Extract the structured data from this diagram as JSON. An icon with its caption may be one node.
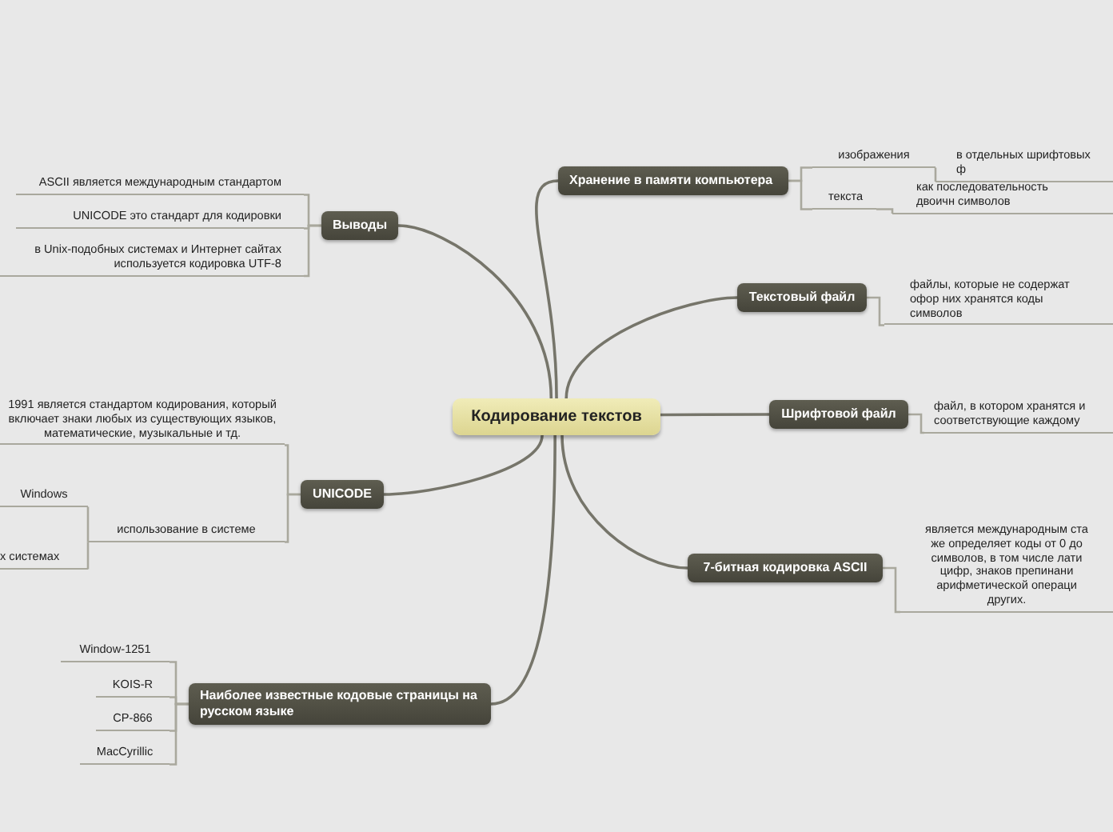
{
  "diagram": {
    "nodes": [
      {
        "text": [
          "Кодирование текстов"
        ]
      },
      {
        "text": [
          "Хранение в памяти компьютера"
        ]
      },
      {
        "text": [
          "изображения"
        ]
      },
      {
        "text": [
          "в отдельных шрифтовых ф"
        ]
      },
      {
        "text": [
          "текста"
        ]
      },
      {
        "text": [
          "как последовательность двоичн символов"
        ]
      },
      {
        "text": [
          "Текстовый файл"
        ]
      },
      {
        "text": [
          "файлы, которые не содержат офор них хранятся коды символов"
        ]
      },
      {
        "text": [
          "Шрифтовой файл"
        ]
      },
      {
        "text": [
          "файл, в котором хранятся и соответствующие каждому"
        ]
      },
      {
        "text": [
          "7-битная кодировка ASCII"
        ]
      },
      {
        "text": [
          "является международным ста же определяет коды от 0 до символов, в том числе лати цифр, знаков препинани арифметической операци других."
        ]
      },
      {
        "text": [
          "Выводы"
        ]
      },
      {
        "text": [
          "ASCII является международным стандартом"
        ]
      },
      {
        "text": [
          "UNICODE это стандарт для кодировки"
        ]
      },
      {
        "text": [
          "в Unix-подобных системах и Интернет сайтах используется кодировка UTF-8"
        ]
      },
      {
        "text": [
          "UNICODE"
        ]
      },
      {
        "text": [
          "1991 является стандартом кодирования, который включает знаки любых из существующих языков, математические, музыкальные и тд."
        ]
      },
      {
        "text": [
          "использование в системе"
        ]
      },
      {
        "text": [
          "Windows"
        ]
      },
      {
        "text": [
          "х системах"
        ]
      },
      {
        "text": [
          "Наиболее известные кодовые страницы на русском языке"
        ]
      },
      {
        "text": [
          "Window-1251"
        ]
      },
      {
        "text": [
          "KOIS-R"
        ]
      },
      {
        "text": [
          "CP-866"
        ]
      },
      {
        "text": [
          "MacCyrillic"
        ]
      }
    ],
    "edges": [
      {
        "from": 0,
        "to": 1,
        "arrow": "none"
      },
      {
        "from": 1,
        "to": 2,
        "arrow": "none"
      },
      {
        "from": 2,
        "to": 3,
        "arrow": "none"
      },
      {
        "from": 1,
        "to": 4,
        "arrow": "none"
      },
      {
        "from": 4,
        "to": 5,
        "arrow": "none"
      },
      {
        "from": 0,
        "to": 6,
        "arrow": "none"
      },
      {
        "from": 6,
        "to": 7,
        "arrow": "none"
      },
      {
        "from": 0,
        "to": 8,
        "arrow": "none"
      },
      {
        "from": 8,
        "to": 9,
        "arrow": "none"
      },
      {
        "from": 0,
        "to": 10,
        "arrow": "none"
      },
      {
        "from": 10,
        "to": 11,
        "arrow": "none"
      },
      {
        "from": 0,
        "to": 12,
        "arrow": "none"
      },
      {
        "from": 12,
        "to": 13,
        "arrow": "none"
      },
      {
        "from": 12,
        "to": 14,
        "arrow": "none"
      },
      {
        "from": 12,
        "to": 15,
        "arrow": "none"
      },
      {
        "from": 0,
        "to": 16,
        "arrow": "none"
      },
      {
        "from": 16,
        "to": 17,
        "arrow": "none"
      },
      {
        "from": 16,
        "to": 18,
        "arrow": "none"
      },
      {
        "from": 18,
        "to": 19,
        "arrow": "none"
      },
      {
        "from": 18,
        "to": 20,
        "arrow": "none"
      },
      {
        "from": 0,
        "to": 21,
        "arrow": "none"
      },
      {
        "from": 21,
        "to": 22,
        "arrow": "none"
      },
      {
        "from": 21,
        "to": 23,
        "arrow": "none"
      },
      {
        "from": 21,
        "to": 24,
        "arrow": "none"
      },
      {
        "from": 21,
        "to": 25,
        "arrow": "none"
      }
    ]
  }
}
